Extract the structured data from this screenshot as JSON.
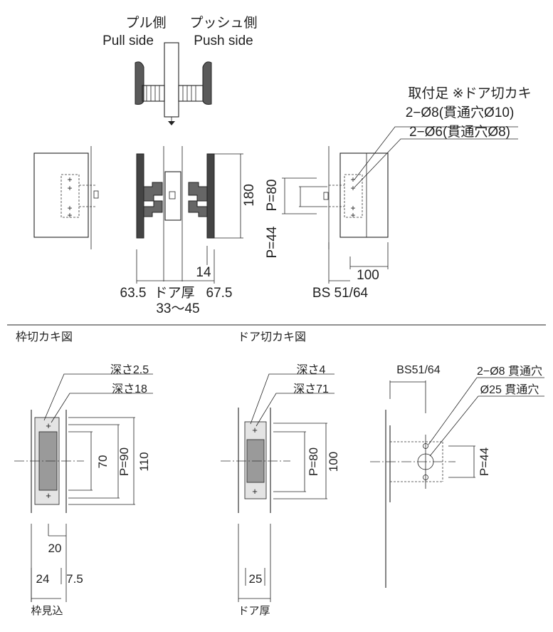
{
  "top": {
    "pull_jp": "プル側",
    "pull_en": "Pull side",
    "push_jp": "プッシュ側",
    "push_en": "Push side",
    "mount_title": "取付足 ※ドア切カキ",
    "mount_line1": "2−Ø8(貫通穴Ø10)",
    "mount_line2": "2−Ø6(貫通穴Ø8)",
    "dim_180": "180",
    "dim_p80": "P=80",
    "dim_p44": "P=44",
    "dim_14": "14",
    "dim_635": "63.5",
    "door_thick": "ドア厚",
    "dim_675": "67.5",
    "door_range": "33〜45",
    "dim_100": "100",
    "bs": "BS 51/64"
  },
  "frame": {
    "title": "枠切カキ図",
    "depth1": "深さ2.5",
    "depth2": "深さ18",
    "dim_70": "70",
    "dim_p90": "P=90",
    "dim_110": "110",
    "dim_20": "20",
    "dim_24": "24",
    "dim_75": "7.5",
    "frame_depth": "枠見込"
  },
  "door": {
    "title": "ドア切カキ図",
    "depth1": "深さ4",
    "depth2": "深さ71",
    "dim_p80": "P=80",
    "dim_100": "100",
    "dim_25": "25",
    "door_thick": "ドア厚"
  },
  "side": {
    "bs": "BS51/64",
    "hole1": "2−Ø8 貫通穴",
    "hole2": "Ø25 貫通穴",
    "dim_p44": "P=44"
  }
}
